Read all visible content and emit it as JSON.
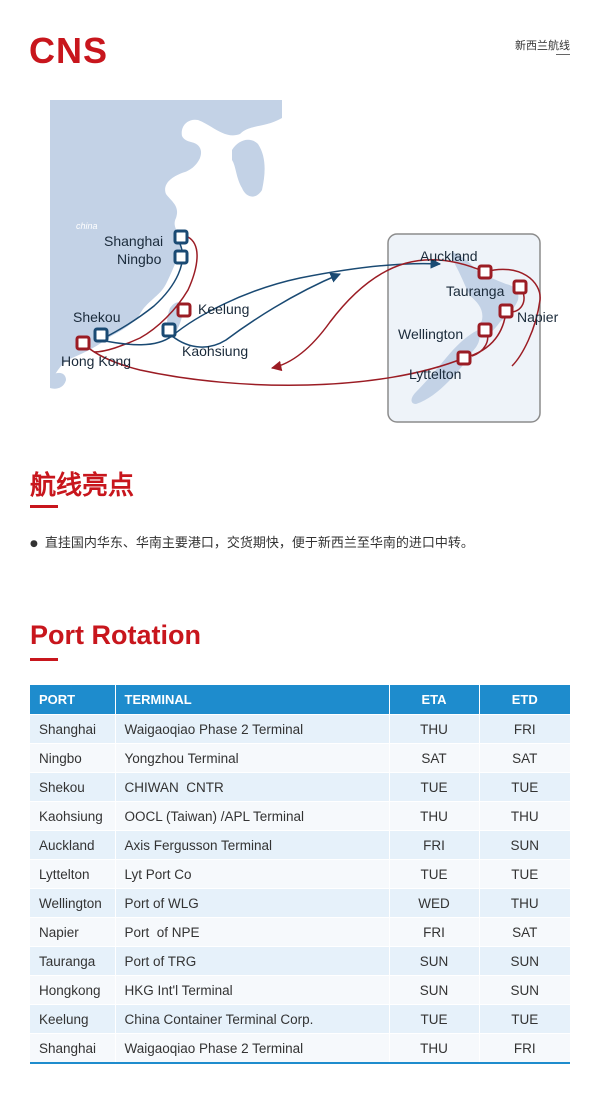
{
  "header": {
    "logo": "CNS",
    "route_name": "新西兰航线"
  },
  "map": {
    "region_label": "china",
    "ports": {
      "shanghai": "Shanghai",
      "ningbo": "Ningbo",
      "shekou": "Shekou",
      "hongkong": "Hong Kong",
      "keelung": "Keelung",
      "kaohsiung": "Kaohsiung",
      "auckland": "Auckland",
      "tauranga": "Tauranga",
      "napier": "Napier",
      "wellington": "Wellington",
      "lyttelton": "Lyttelton"
    }
  },
  "highlights": {
    "title": "航线亮点",
    "text": "直挂国内华东、华南主要港口，交货期快，便于新西兰至华南的进口中转。"
  },
  "rotation": {
    "title": "Port Rotation",
    "headers": {
      "port": "PORT",
      "terminal": "TERMINAL",
      "eta": "ETA",
      "etd": "ETD"
    },
    "rows": [
      {
        "port": "Shanghai",
        "terminal": "Waigaoqiao Phase 2 Terminal",
        "eta": "THU",
        "etd": "FRI"
      },
      {
        "port": "Ningbo",
        "terminal": "Yongzhou Terminal",
        "eta": "SAT",
        "etd": "SAT"
      },
      {
        "port": "Shekou",
        "terminal": "CHIWAN  CNTR",
        "eta": "TUE",
        "etd": "TUE"
      },
      {
        "port": "Kaohsiung",
        "terminal": "OOCL (Taiwan) /APL Terminal",
        "eta": "THU",
        "etd": "THU"
      },
      {
        "port": "Auckland",
        "terminal": "Axis Fergusson Terminal",
        "eta": "FRI",
        "etd": "SUN"
      },
      {
        "port": "Lyttelton",
        "terminal": "Lyt Port Co",
        "eta": "TUE",
        "etd": "TUE"
      },
      {
        "port": "Wellington",
        "terminal": "Port of WLG",
        "eta": "WED",
        "etd": "THU"
      },
      {
        "port": "Napier",
        "terminal": "Port  of NPE",
        "eta": "FRI",
        "etd": "SAT"
      },
      {
        "port": "Tauranga",
        "terminal": "Port of TRG",
        "eta": "SUN",
        "etd": "SUN"
      },
      {
        "port": "Hongkong",
        "terminal": "HKG Int'l Terminal",
        "eta": "SUN",
        "etd": "SUN"
      },
      {
        "port": "Keelung",
        "terminal": "China Container Terminal Corp.",
        "eta": "TUE",
        "etd": "TUE"
      },
      {
        "port": "Shanghai",
        "terminal": "Waigaoqiao Phase 2 Terminal",
        "eta": "THU",
        "etd": "FRI"
      }
    ]
  },
  "colors": {
    "brand_red": "#c8161d",
    "route_blue": "#1a4a73",
    "route_red": "#9b1c24",
    "table_header": "#1e8ccd",
    "land": "#c3d2e6"
  }
}
